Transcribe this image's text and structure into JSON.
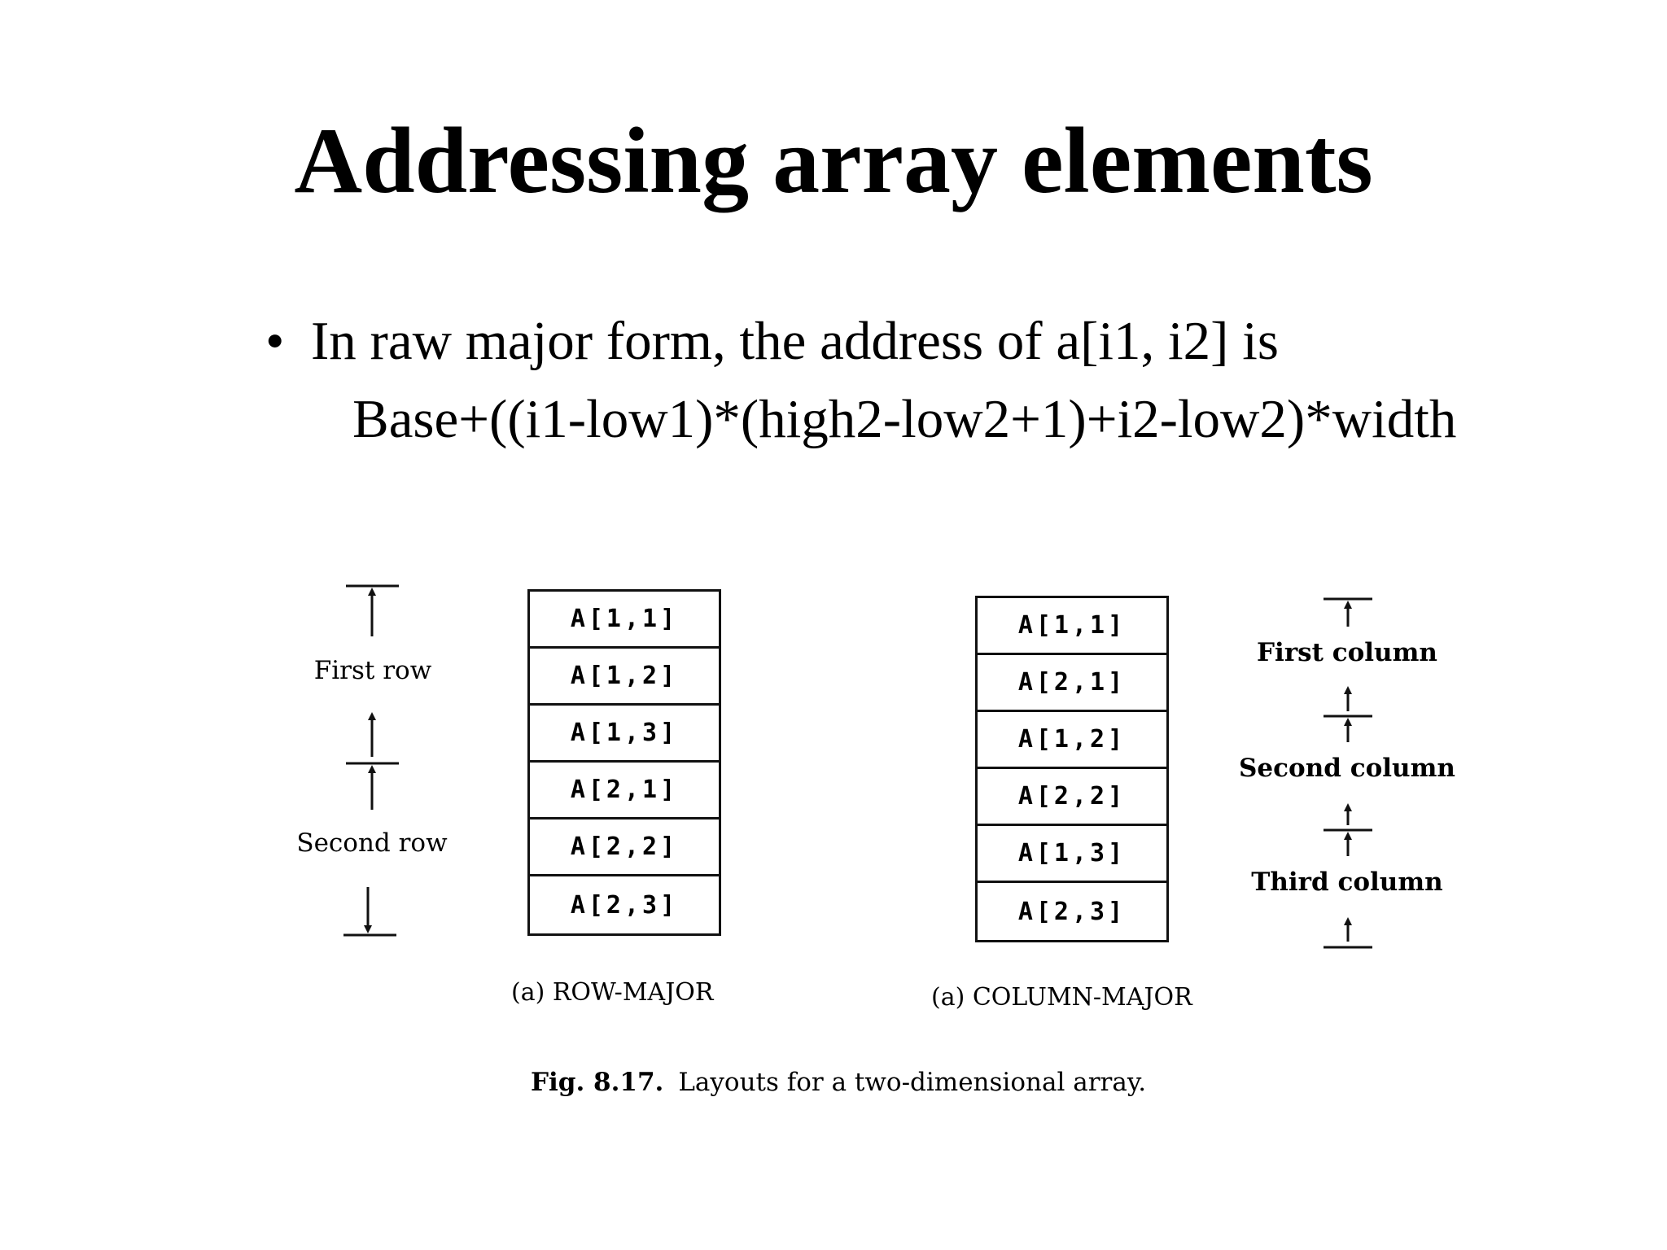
{
  "slide": {
    "title": "Addressing array elements",
    "bullet": {
      "marker": "•",
      "text": "In raw major form, the address of a[i1, i2] is",
      "formula": "Base+((i1-low1)*(high2-low2+1)+i2-low2)*width"
    }
  },
  "figure": {
    "row_major": {
      "cells": [
        "A[1,1]",
        "A[1,2]",
        "A[1,3]",
        "A[2,1]",
        "A[2,2]",
        "A[2,3]"
      ],
      "group_labels": [
        "First row",
        "Second row"
      ],
      "caption_prefix": "(a)",
      "caption_text": "ROW-MAJOR"
    },
    "column_major": {
      "cells": [
        "A[1,1]",
        "A[2,1]",
        "A[1,2]",
        "A[2,2]",
        "A[1,3]",
        "A[2,3]"
      ],
      "group_labels": [
        "First column",
        "Second column",
        "Third column"
      ],
      "caption_prefix": "(a)",
      "caption_text": "COLUMN-MAJOR"
    },
    "caption": {
      "number": "Fig. 8.17.",
      "text": "Layouts for a two-dimensional array."
    }
  }
}
